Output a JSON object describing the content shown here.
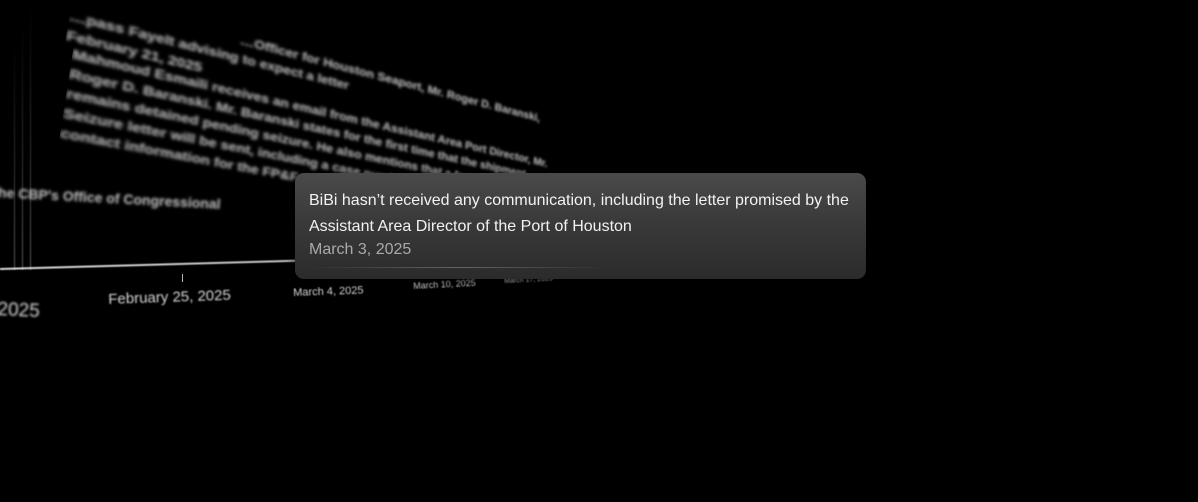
{
  "timeline": {
    "events": {
      "upper": {
        "lines": [
          "…Officer for Houston Seaport, Mr. Roger D. Baranski,",
          "…pass Fayelt advising to expect a letter",
          "February 21, 2025"
        ]
      },
      "middle": {
        "lines": [
          "Mahmoud Esmaili receives an email from the Assistant Area Port Director, Mr.",
          "Roger D. Baranski. Mr. Baranski states for the first time that the shipment",
          "remains detained pending seizure. He also mentions that a formal Notice of",
          "Seizure letter will be sent, including a case number, violation details, and",
          "contact information for the FP&F Office."
        ]
      },
      "left": {
        "lines": [
          "the CBP's Office of Congressional"
        ]
      }
    },
    "axis_labels": [
      "2025",
      "February 25, 2025",
      "March 4, 2025",
      "March 10, 2025",
      "March 17, 2025"
    ]
  },
  "tooltip": {
    "text": "BiBi hasn’t received any communication, including the letter promised by the Assistant Area Director of the Port of Houston",
    "date": "March 3, 2025"
  },
  "colors": {
    "background": "#000000",
    "tooltip_bg": "#3a3a3a",
    "tooltip_text": "#f2f2f2",
    "tooltip_date": "#a9a9a9"
  }
}
